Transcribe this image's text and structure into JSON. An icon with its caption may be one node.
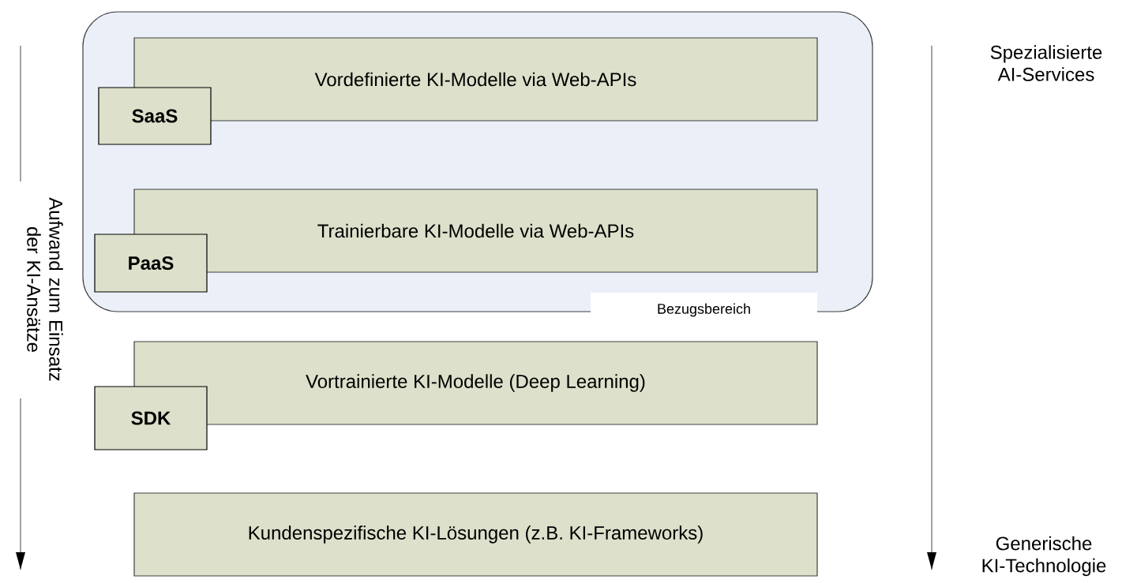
{
  "diagram": {
    "nodes": [
      {
        "text": [
          "Bezugsbereich"
        ]
      },
      {
        "text": [
          "Vordefinierte KI-Modelle via Web-APIs"
        ],
        "in": 0
      },
      {
        "text": [
          "SaaS"
        ],
        "in": 0
      },
      {
        "text": [
          "Trainierbare KI-Modelle via Web-APIs"
        ],
        "in": 0
      },
      {
        "text": [
          "PaaS"
        ],
        "in": 0
      },
      {
        "text": [
          "Vortrainierte KI-Modelle (Deep Learning)"
        ]
      },
      {
        "text": [
          "SDK"
        ]
      },
      {
        "text": [
          "Kundenspezifische KI-Lösungen (z.B. KI-Frameworks)"
        ]
      }
    ],
    "edges": [],
    "labels": [
      "Aufwand zum Einsatz der KI-Ansätze",
      "Spezialisierte AI-Services",
      "Generische KI-Technologie"
    ]
  }
}
